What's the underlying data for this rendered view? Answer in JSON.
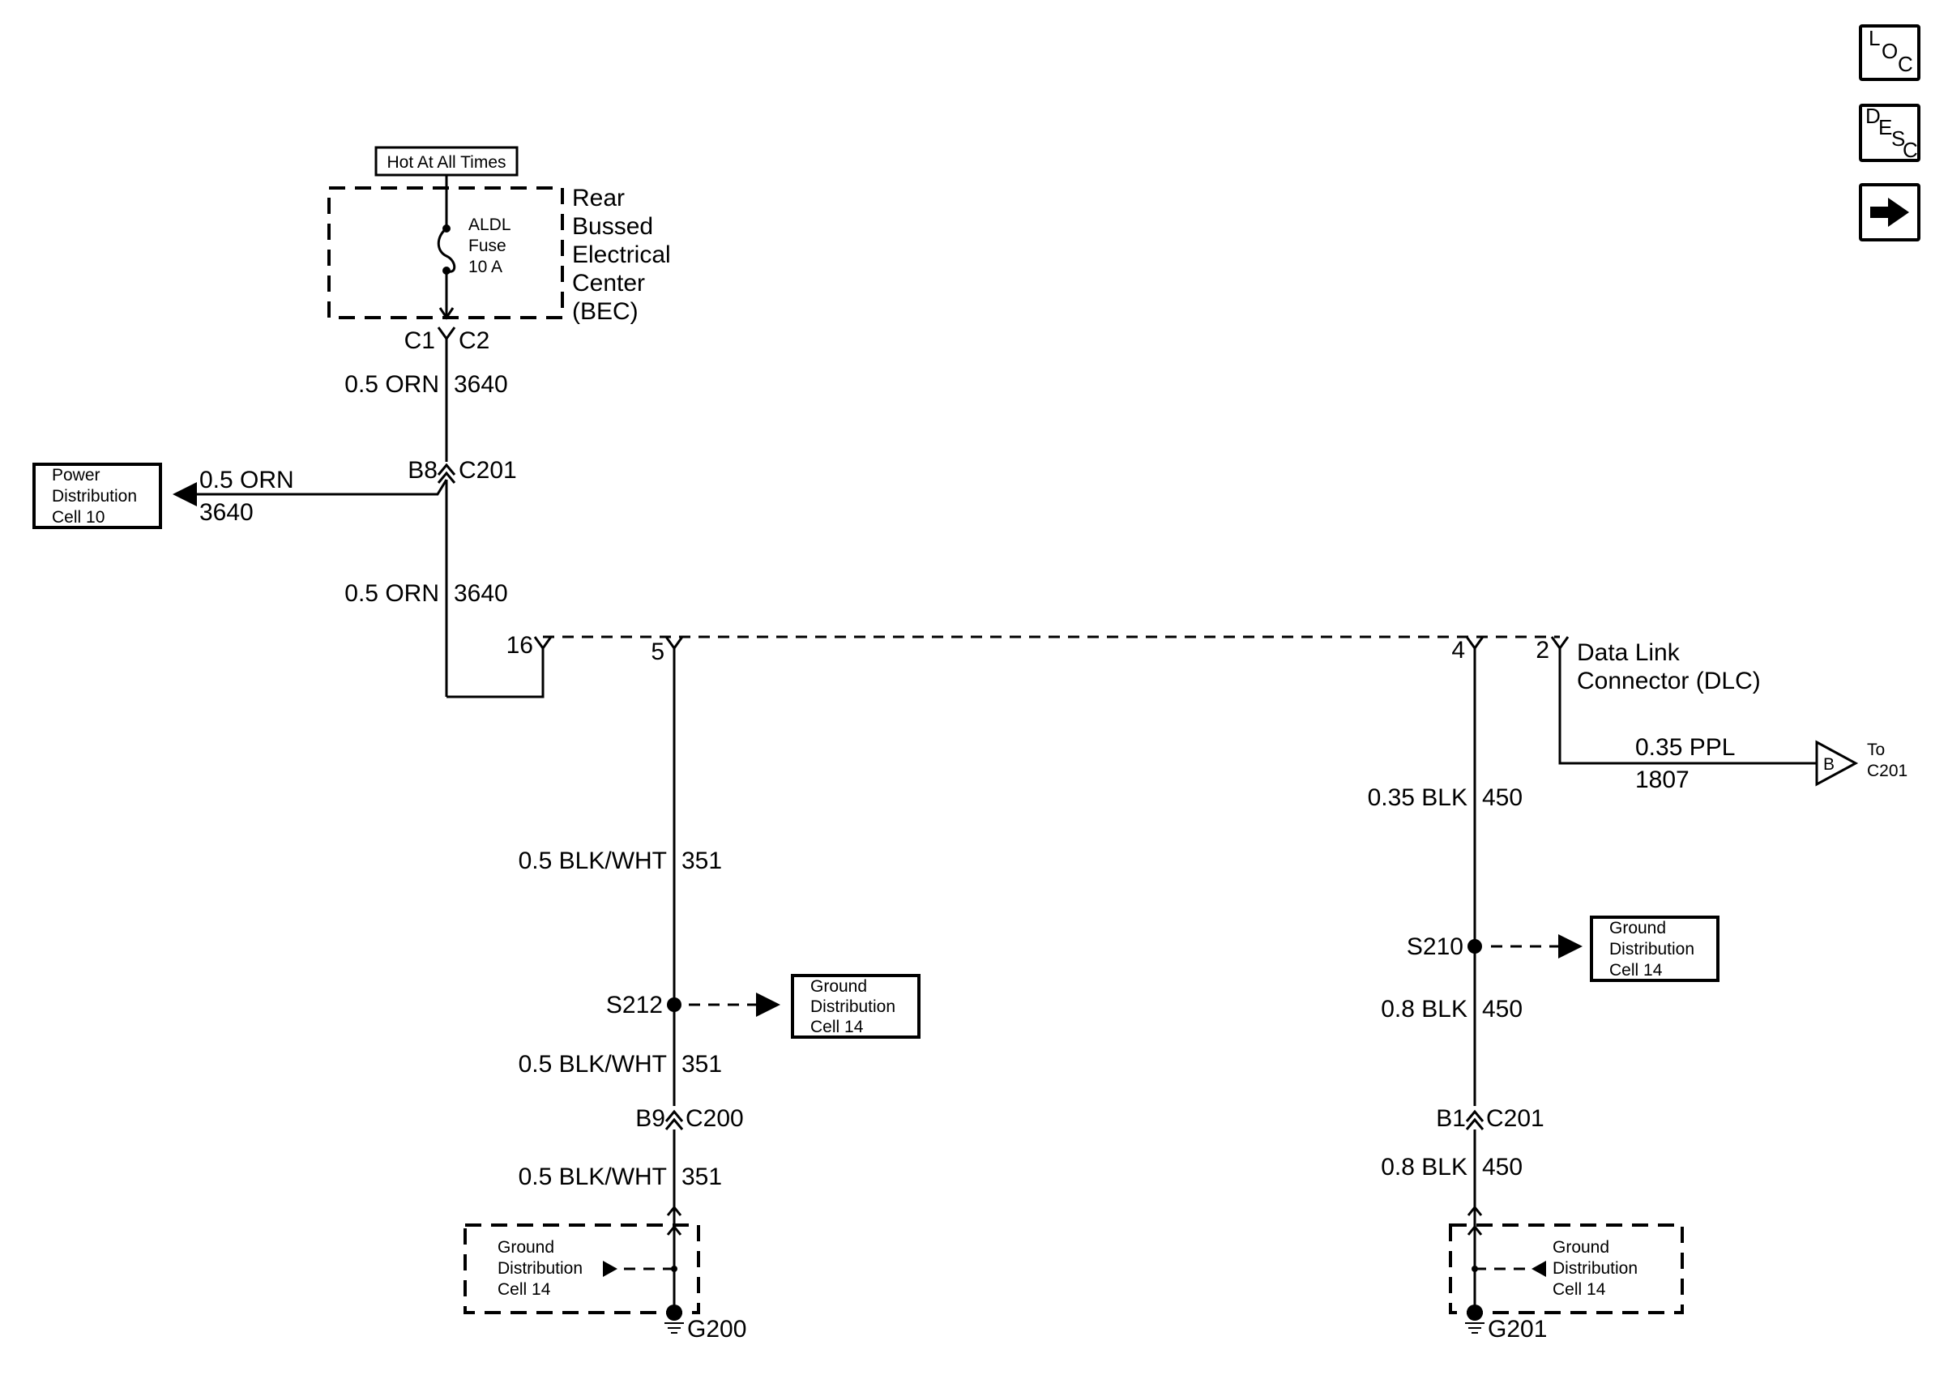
{
  "nav": {
    "loc": {
      "l": "L",
      "o": "O",
      "c": "C"
    },
    "desc": {
      "d": "D",
      "e": "E",
      "s": "S",
      "c": "C"
    },
    "next_icon": "arrow-right-icon"
  },
  "hot_label": "Hot At All Times",
  "bec": {
    "fuse_name": "ALDL",
    "fuse_word": "Fuse",
    "fuse_rating": "10 A",
    "title_lines": [
      "Rear",
      "Bussed",
      "Electrical",
      "Center",
      "(BEC)"
    ],
    "conn_left": "C1",
    "conn_right": "C2"
  },
  "wire_top": {
    "gauge": "0.5 ORN",
    "circuit": "3640"
  },
  "c201_b8": {
    "pin": "B8",
    "conn": "C201"
  },
  "power_ref": {
    "lines": [
      "Power",
      "Distribution",
      "Cell 10"
    ],
    "gauge": "0.5 ORN",
    "circuit": "3640"
  },
  "wire_mid": {
    "gauge": "0.5 ORN",
    "circuit": "3640"
  },
  "dlc": {
    "pin16": "16",
    "pin5": "5",
    "pin4": "4",
    "pin2": "2",
    "name_lines": [
      "Data Link",
      "Connector (DLC)"
    ]
  },
  "ppl_wire": {
    "gauge": "0.35 PPL",
    "circuit": "1807"
  },
  "to_ref": {
    "letter": "B",
    "to": "To",
    "target": "C201"
  },
  "left_branch": {
    "wire1": {
      "gauge": "0.5 BLK/WHT",
      "circuit": "351"
    },
    "splice": "S212",
    "ground_ref": {
      "lines": [
        "Ground",
        "Distribution",
        "Cell 14"
      ]
    },
    "wire2": {
      "gauge": "0.5 BLK/WHT",
      "circuit": "351"
    },
    "conn": {
      "pin": "B9",
      "name": "C200"
    },
    "wire3": {
      "gauge": "0.5 BLK/WHT",
      "circuit": "351"
    },
    "ground_box": {
      "lines": [
        "Ground",
        "Distribution",
        "Cell 14"
      ]
    },
    "ground": "G200"
  },
  "right_branch": {
    "wire1": {
      "gauge": "0.35 BLK",
      "circuit": "450"
    },
    "splice": "S210",
    "ground_ref": {
      "lines": [
        "Ground",
        "Distribution",
        "Cell 14"
      ]
    },
    "wire2": {
      "gauge": "0.8 BLK",
      "circuit": "450"
    },
    "conn": {
      "pin": "B1",
      "name": "C201"
    },
    "wire3": {
      "gauge": "0.8 BLK",
      "circuit": "450"
    },
    "ground_box": {
      "lines": [
        "Ground",
        "Distribution",
        "Cell 14"
      ]
    },
    "ground": "G201"
  }
}
